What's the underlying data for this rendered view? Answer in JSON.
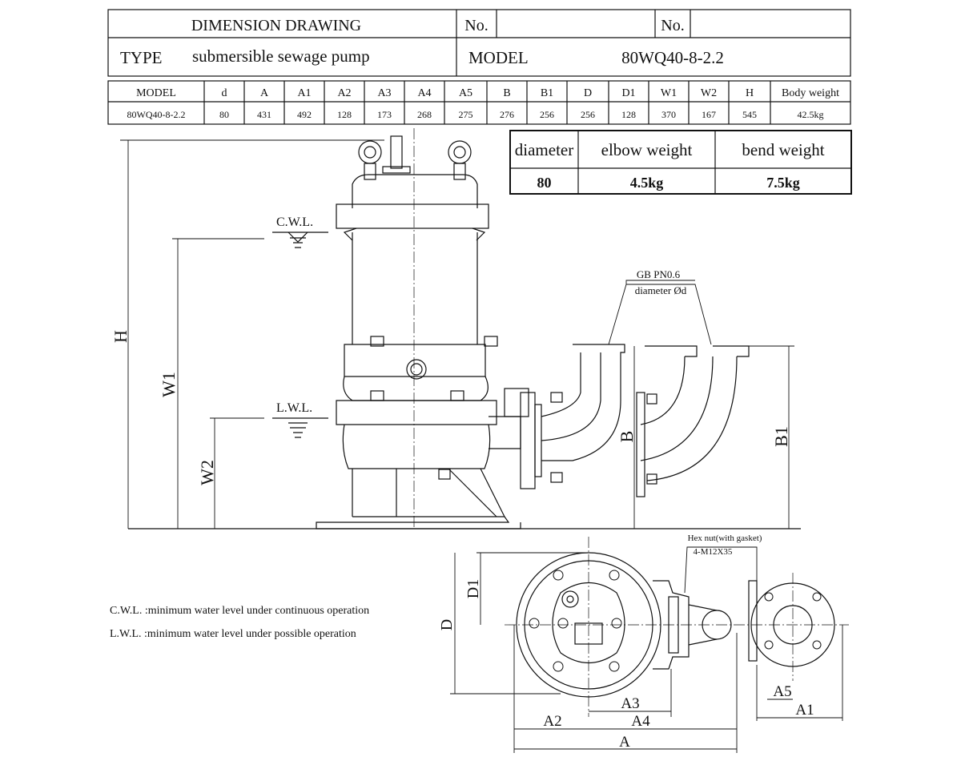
{
  "header": {
    "title": "DIMENSION DRAWING",
    "no_label_1": "No.",
    "no_label_2": "No.",
    "type_label": "TYPE",
    "type_value": "submersible sewage pump",
    "model_label": "MODEL",
    "model_value": "80WQ40-8-2.2"
  },
  "spec_table": {
    "headers": [
      "MODEL",
      "d",
      "A",
      "A1",
      "A2",
      "A3",
      "A4",
      "A5",
      "B",
      "B1",
      "D",
      "D1",
      "W1",
      "W2",
      "H",
      "Body weight"
    ],
    "values": [
      "80WQ40-8-2.2",
      "80",
      "431",
      "492",
      "128",
      "173",
      "268",
      "275",
      "276",
      "256",
      "256",
      "128",
      "370",
      "167",
      "545",
      "42.5kg"
    ]
  },
  "weight_table": {
    "headers": [
      "diameter",
      "elbow weight",
      "bend weight"
    ],
    "values": [
      "80",
      "4.5kg",
      "7.5kg"
    ]
  },
  "drawing": {
    "cwl": "C.W.L.",
    "lwl": "L.W.L.",
    "dim_H": "H",
    "dim_W1": "W1",
    "dim_W2": "W2",
    "dim_B": "B",
    "dim_B1": "B1",
    "flange_std": "GB PN0.6",
    "flange_diameter": "diameter Ød",
    "hex_nut": "Hex nut(with gasket)",
    "bolt_spec": "4-M12X35",
    "dim_D1": "D1",
    "dim_D": "D",
    "dim_A2": "A2",
    "dim_A3": "A3",
    "dim_A4": "A4",
    "dim_A": "A",
    "dim_A5": "A5",
    "dim_A1": "A1"
  },
  "legend": {
    "cwl_note": "C.W.L. :minimum water level under continuous operation",
    "lwl_note": "L.W.L. :minimum water level under possible operation"
  }
}
